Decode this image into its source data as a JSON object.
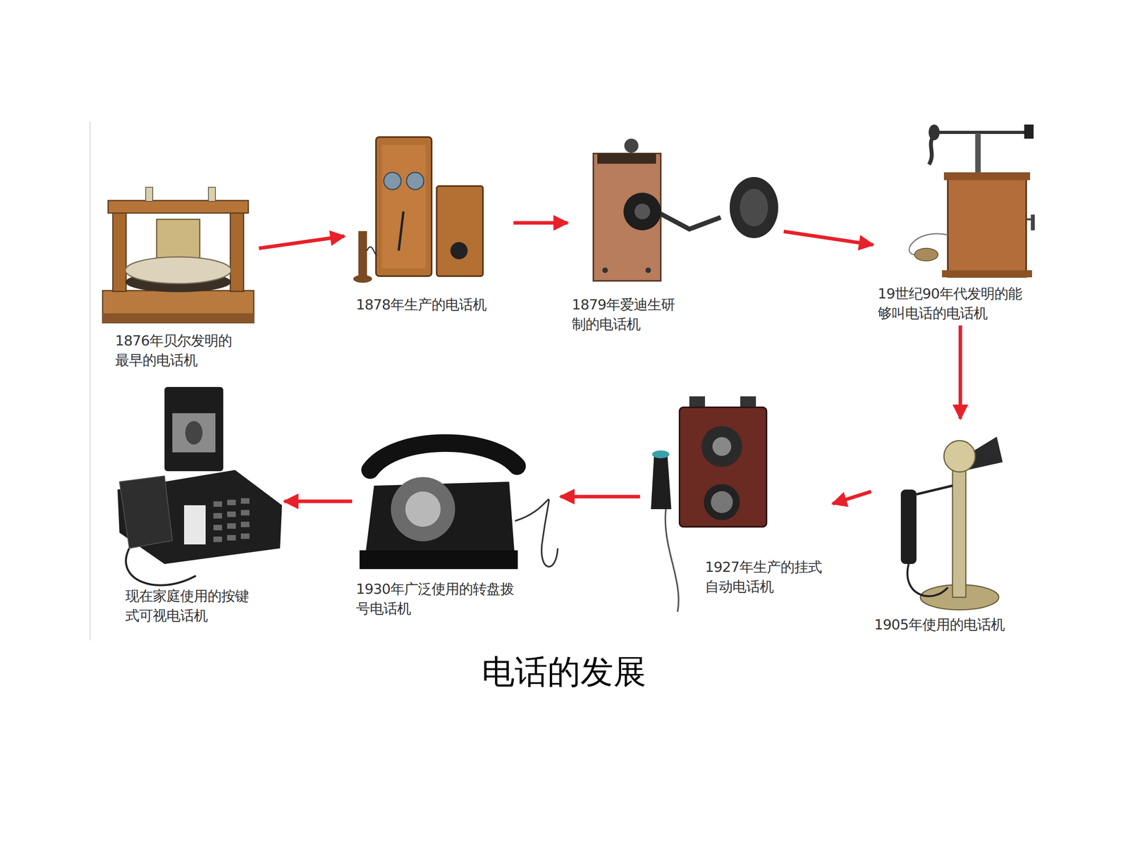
{
  "diagram": {
    "caption": "电话的发展",
    "nodes": [
      {
        "text": [
          "1876年贝尔发明的最早的电话机"
        ]
      },
      {
        "text": [
          "1878年生产的电话机"
        ]
      },
      {
        "text": [
          "1879年爱迪生研制的电话机"
        ]
      },
      {
        "text": [
          "19世纪90年代发明的能够叫电话的电话机"
        ]
      },
      {
        "text": [
          "1905年使用的电话机"
        ]
      },
      {
        "text": [
          "1927年生产的挂式自动电话机"
        ]
      },
      {
        "text": [
          "1930年广泛使用的转盘拨号电话机"
        ]
      },
      {
        "text": [
          "现在家庭使用的按键式可视电话机"
        ]
      }
    ],
    "edges": [
      {
        "from": 0,
        "to": 1,
        "arrow": "to"
      },
      {
        "from": 1,
        "to": 2,
        "arrow": "to"
      },
      {
        "from": 2,
        "to": 3,
        "arrow": "to"
      },
      {
        "from": 3,
        "to": 4,
        "arrow": "to"
      },
      {
        "from": 4,
        "to": 5,
        "arrow": "to"
      },
      {
        "from": 5,
        "to": 6,
        "arrow": "to"
      },
      {
        "from": 6,
        "to": 7,
        "arrow": "to"
      }
    ]
  }
}
